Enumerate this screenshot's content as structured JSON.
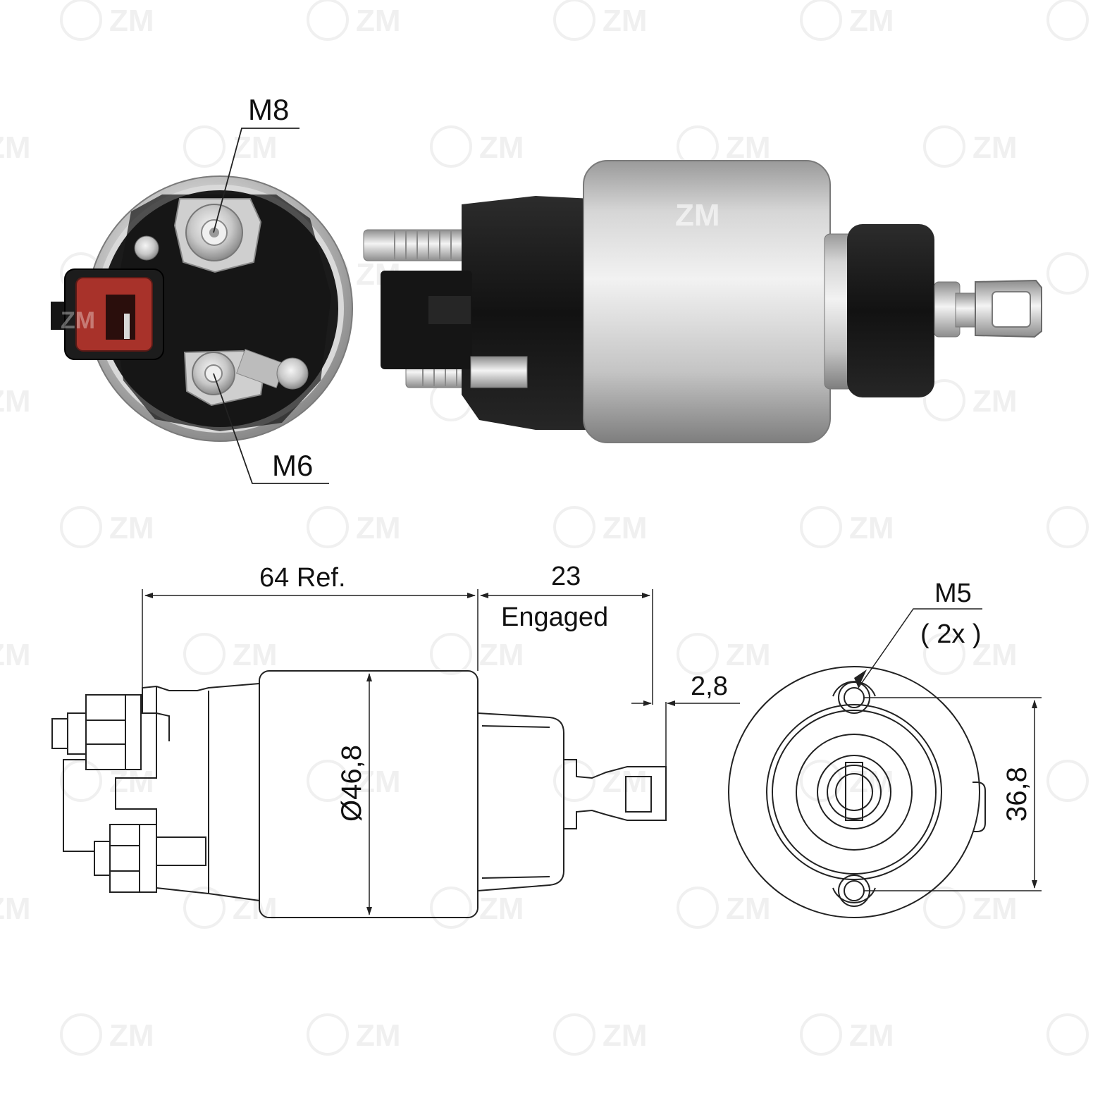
{
  "watermark": {
    "text": "ZM",
    "color": "#e4e4e4"
  },
  "photo_labels": {
    "m8": "M8",
    "m6": "M6"
  },
  "connector_logo": "ZM",
  "body_logo": "ZM",
  "dimensions": {
    "length": "64 Ref.",
    "stroke_value": "23",
    "stroke_label": "Engaged",
    "gap": "2,8",
    "diameter": "Ø46,8",
    "mount_thread": "M5",
    "mount_count": "( 2x )",
    "hole_spacing": "36,8"
  },
  "colors": {
    "line": "#222222",
    "housing_black": "#1a1a1a",
    "connector_red": "#a8322a",
    "steel_light": "#e6e6e6",
    "steel_dark": "#8a8a8a"
  }
}
